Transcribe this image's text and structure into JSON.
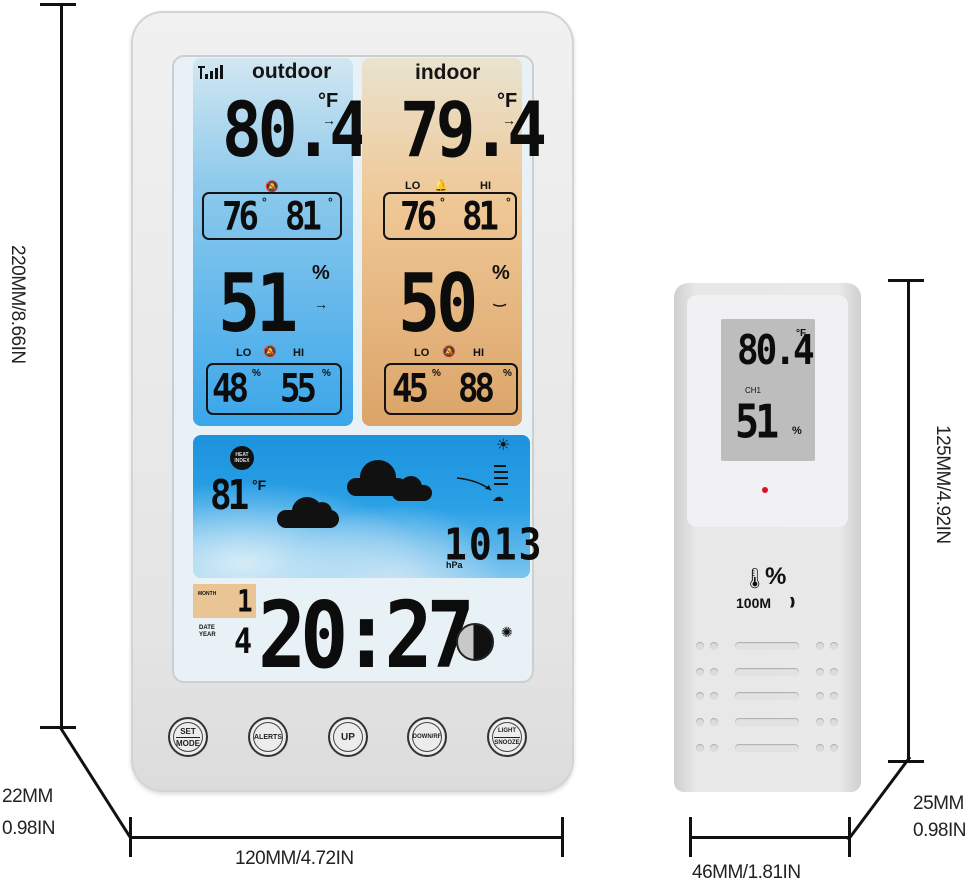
{
  "dimensions": {
    "console_height": "220MM/8.66IN",
    "console_depth_mm": "22MM",
    "console_depth_in": "0.98IN",
    "console_width": "120MM/4.72IN",
    "sensor_height": "125MM/4.92IN",
    "sensor_width": "46MM/1.81IN",
    "sensor_depth_mm": "25MM",
    "sensor_depth_in": "0.98IN"
  },
  "console": {
    "outdoor": {
      "label": "outdoor",
      "temperature": "80.4",
      "temp_unit": "°F",
      "temp_trend": "→",
      "temp_lo": "76",
      "temp_hi": "81",
      "humidity": "51",
      "humidity_unit": "%",
      "humidity_trend": "→",
      "humidity_lo": "48",
      "humidity_hi": "55",
      "lo_label": "LO",
      "hi_label": "HI"
    },
    "indoor": {
      "label": "indoor",
      "temperature": "79.4",
      "temp_unit": "°F",
      "temp_trend": "→",
      "temp_lo": "76",
      "temp_hi": "81",
      "humidity": "50",
      "humidity_unit": "%",
      "humidity_trend": "‿",
      "humidity_lo": "45",
      "humidity_hi": "88",
      "lo_label": "LO",
      "hi_label": "HI"
    },
    "weather": {
      "heat_index_badge": "HEAT INDEX",
      "heat_index": "81",
      "heat_index_unit": "°F",
      "pressure": "1013",
      "pressure_unit": "hPa",
      "forecast_icon": "cloudy-icon"
    },
    "clock": {
      "month_label": "MONTH",
      "month": "1",
      "date_year_label_1": "DATE",
      "date_year_label_2": "YEAR",
      "date": "4",
      "time": "20:27",
      "moon_icon": "moon-phase-icon",
      "backlight_icon": "light-icon"
    },
    "buttons": [
      {
        "top": "SET",
        "bottom": "MODE"
      },
      {
        "label": "ALERTS"
      },
      {
        "label": "UP"
      },
      {
        "label": "DOWN/RF"
      },
      {
        "top": "LIGHT",
        "bottom": "SNOOZE"
      }
    ],
    "colors": {
      "outdoor_panel": "#3aa6ea",
      "indoor_panel": "#dba468",
      "bezel": "#e8e8e8"
    }
  },
  "sensor": {
    "temperature": "80.4",
    "temp_unit": "°F",
    "channel": "CH1",
    "humidity": "51",
    "humidity_unit": "%",
    "led_color": "#e0102a",
    "range_label": "100M",
    "icons": [
      "thermometer-icon",
      "percent-icon",
      "wireless-icon"
    ]
  }
}
